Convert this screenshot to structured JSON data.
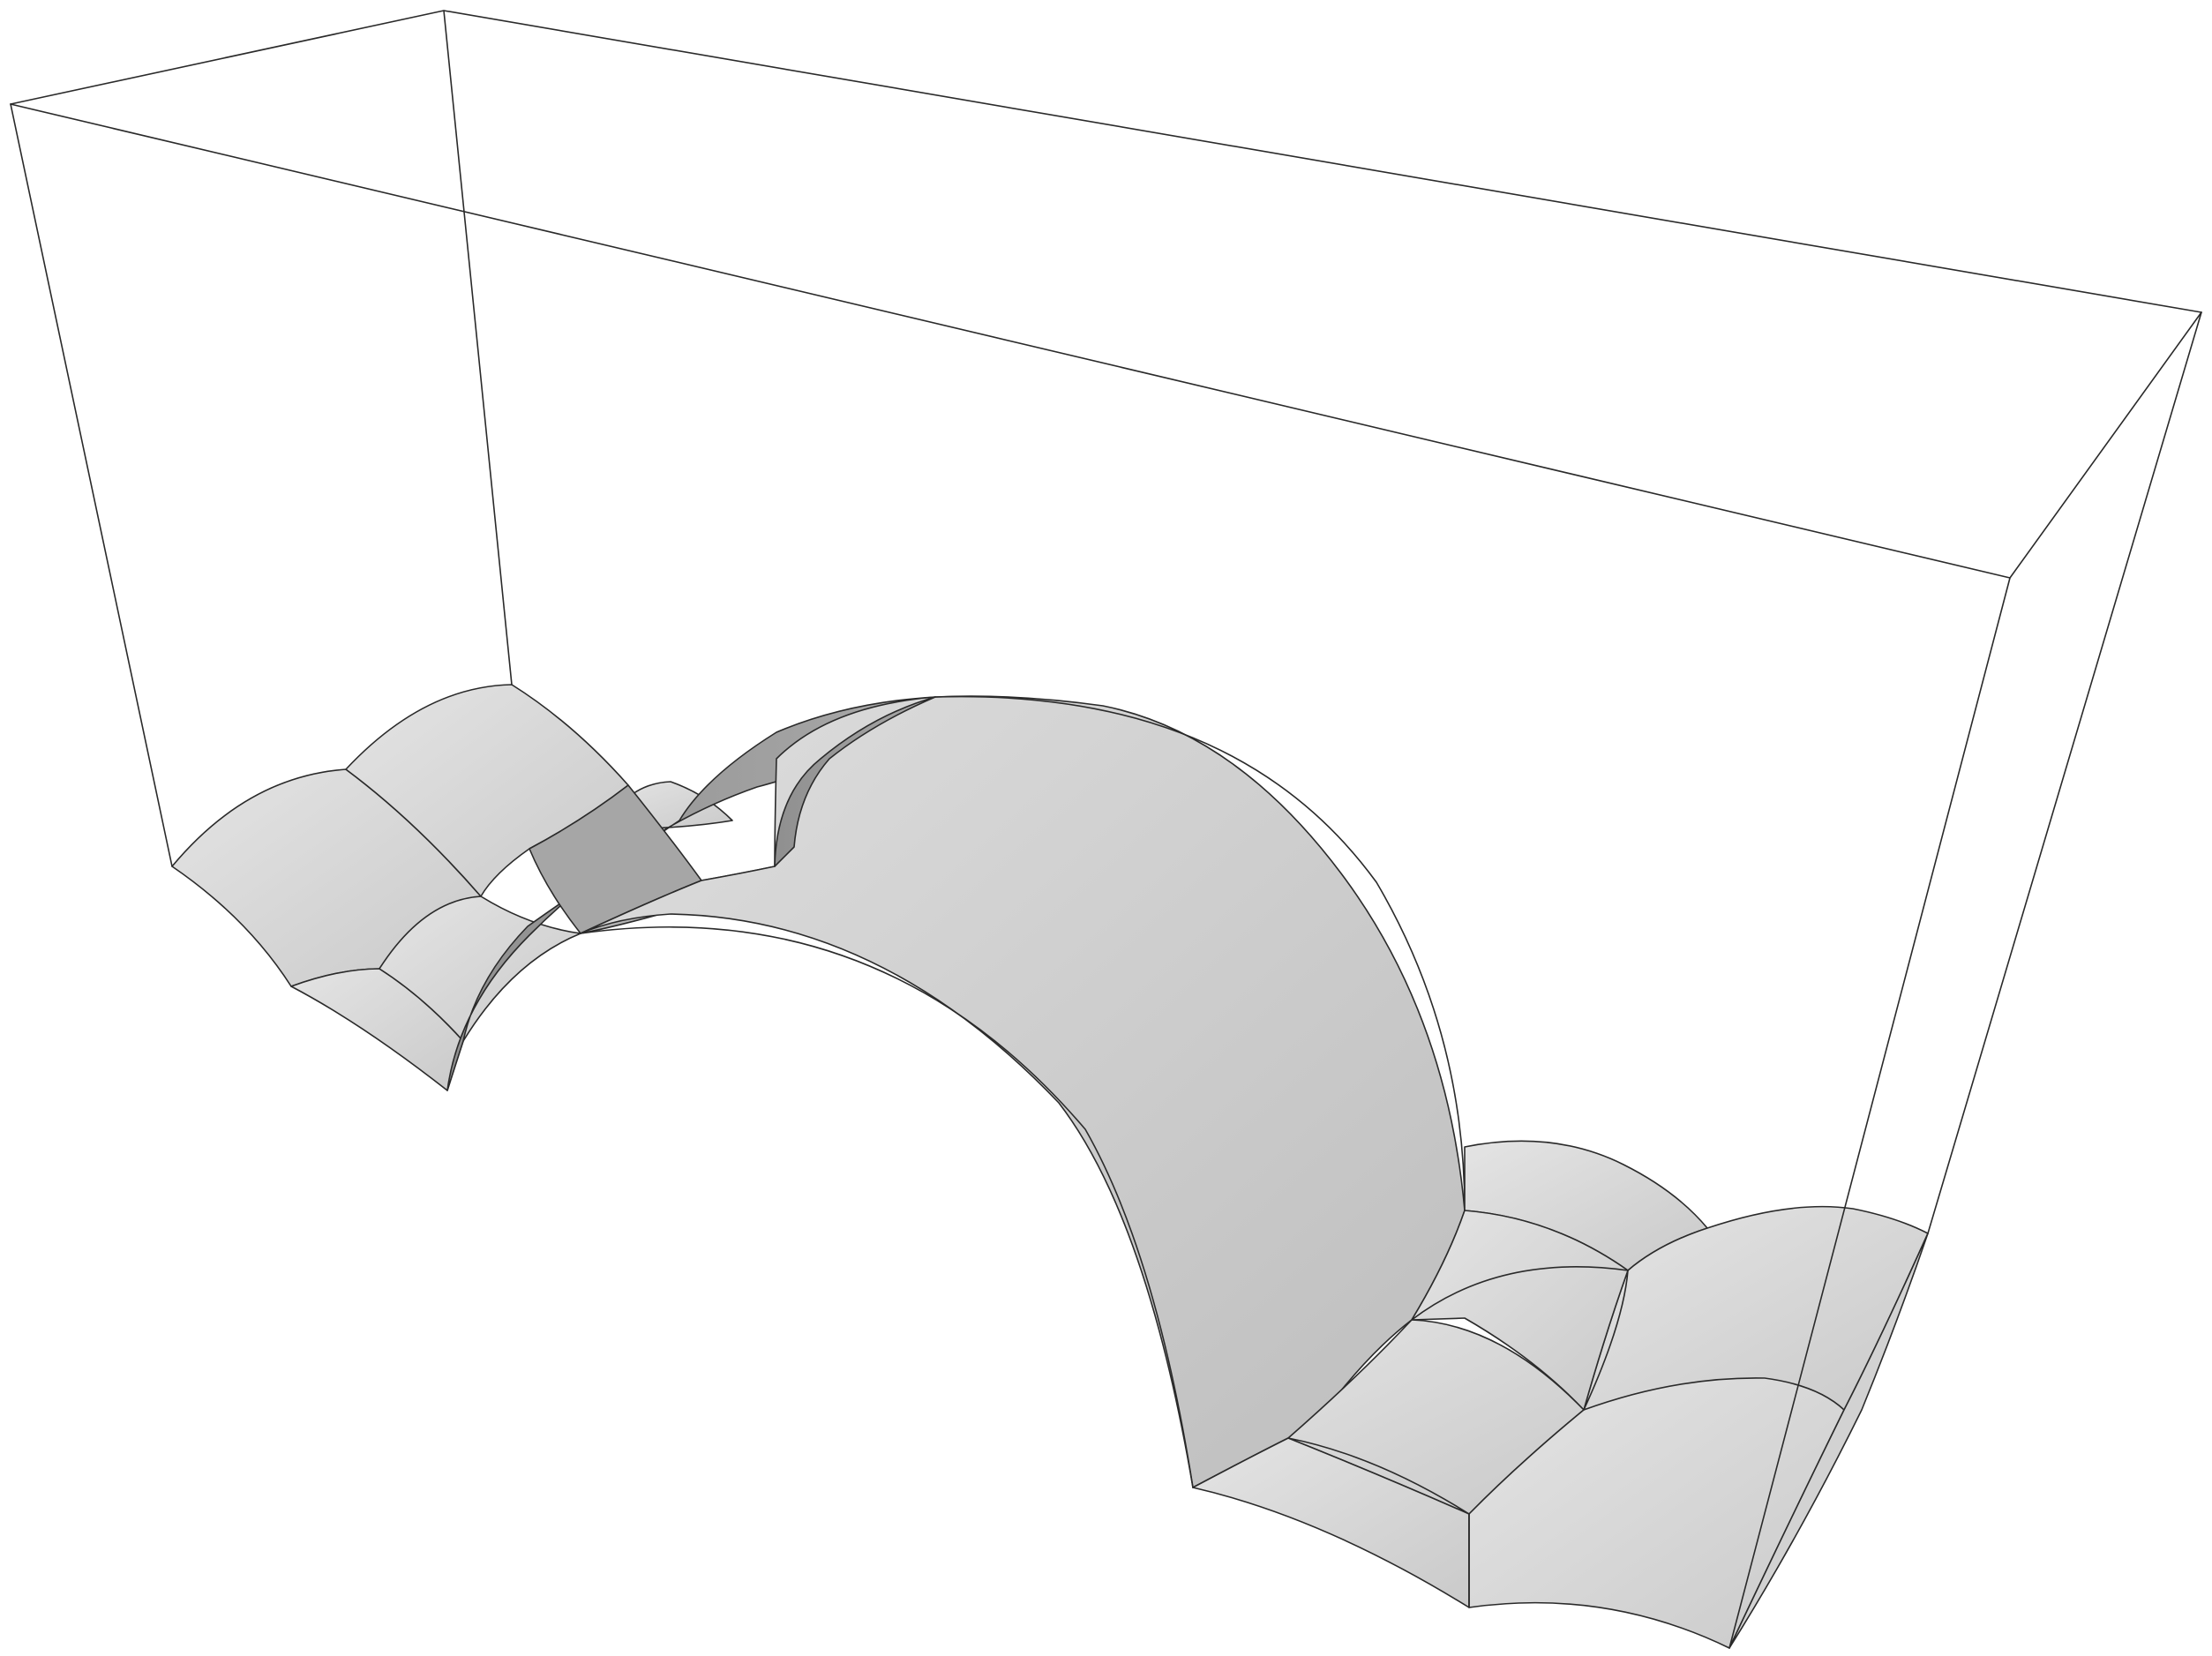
{
  "scene": {
    "background": "#ffffff",
    "line_color": "#2a2a2a",
    "surface_light": "#dcdcdc",
    "surface_mid": "#c9c9c9",
    "surface_dark": "#9a9a9a",
    "objects": [
      "bounding-box-wireframe",
      "central-arch-vault",
      "left-cross-vault-cluster",
      "right-cross-vault-cluster"
    ]
  }
}
